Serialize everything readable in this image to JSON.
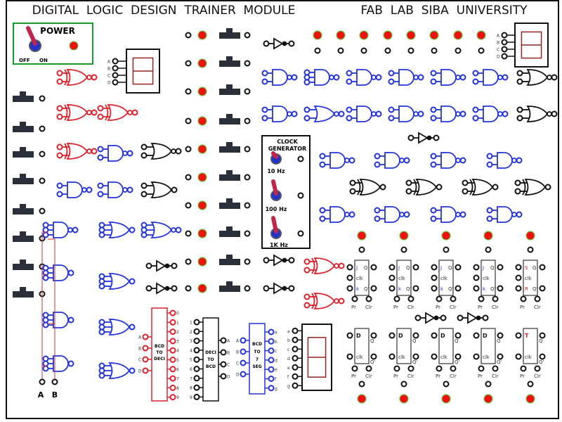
{
  "header": {
    "title_left": "DIGITAL  LOGIC  DESIGN  TRAINER  MODULE",
    "title_right": "FAB  LAB  SIBA  UNIVERSITY"
  },
  "power": {
    "label": "POWER",
    "off": "OFF",
    "on": "ON"
  },
  "clock": {
    "title1": "CLOCK",
    "title2": "GENERATOR",
    "freqs": [
      "10 Hz",
      "100 Hz",
      "1K Hz"
    ]
  },
  "display_inputs": [
    "A",
    "B",
    "C",
    "D"
  ],
  "bcd_to_deci": {
    "l1": "BCD",
    "l2": "TO",
    "l3": "DECI",
    "inputs": [
      "A",
      "B",
      "C",
      "D"
    ],
    "outputs": [
      "0",
      "1",
      "2",
      "3",
      "4",
      "5",
      "6",
      "7",
      "8",
      "9"
    ]
  },
  "deci_to_bcd": {
    "l1": "DECI",
    "l2": "TO",
    "l3": "BCD",
    "inputs": [
      "1",
      "2",
      "3",
      "4",
      "5",
      "6",
      "7",
      "8",
      "9"
    ],
    "outputs": [
      "A",
      "B",
      "C",
      "D"
    ]
  },
  "bcd_to_7seg": {
    "l1": "BCD",
    "l2": "TO",
    "l3": "7",
    "l4": "SEG",
    "inputs": [
      "A",
      "B",
      "C",
      "D"
    ],
    "outputs": [
      "a",
      "b",
      "c",
      "d",
      "e",
      "f",
      "g"
    ]
  },
  "seg_display_inputs": [
    "a",
    "b",
    "c",
    "d",
    "e",
    "f",
    "g"
  ],
  "flipflops": {
    "jk": {
      "j": "J",
      "k": "k",
      "q": "Q",
      "qn": "Q'",
      "clk": "clk",
      "pr": "Pr",
      "clr": "Clr"
    },
    "sr": {
      "s": "S",
      "r": "R"
    },
    "d": {
      "d": "D",
      "t": "T"
    }
  },
  "inputs_ab": {
    "a": "A",
    "b": "B"
  },
  "colors": {
    "led": "#ee1111",
    "led_ring": "#66cc44",
    "red": "#e0202a",
    "blue": "#2233dd",
    "switch": "#2b2f3a",
    "power_border": "#1a9a2a",
    "display": "#992222"
  }
}
